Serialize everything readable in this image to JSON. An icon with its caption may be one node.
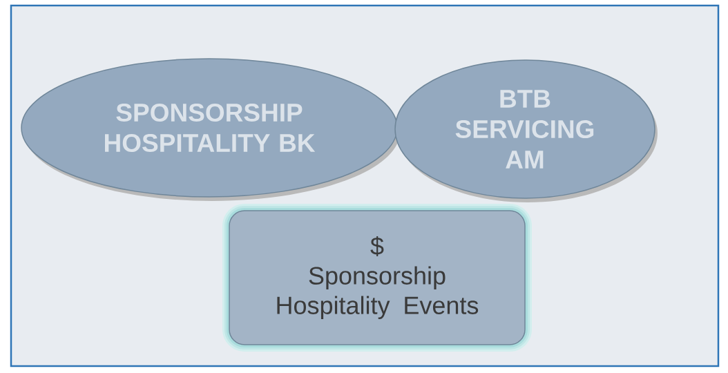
{
  "diagram": {
    "nodes": [
      {
        "text": [
          "SPONSORSHIP HOSPITALITY BK"
        ]
      },
      {
        "text": [
          "BTB SERVICING AM"
        ]
      },
      {
        "text": [
          "$",
          "Sponsorship Hospitality Events"
        ]
      }
    ]
  }
}
